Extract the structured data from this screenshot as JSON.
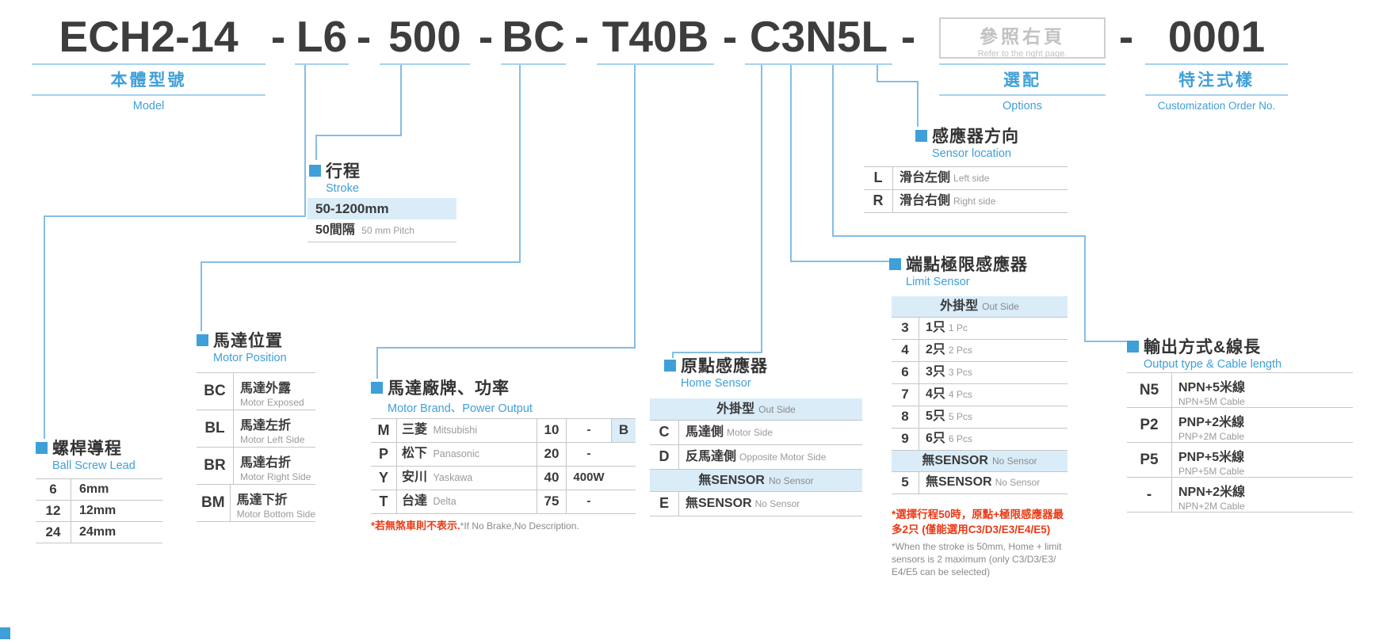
{
  "colors": {
    "accent": "#3f9fd8",
    "light_blue_bg": "#d9ecf8",
    "connector_blue": "#85bde4",
    "underline_blue": "#a5d2ef",
    "text_dark": "#3a3a3a",
    "text_gray": "#9a9a9a",
    "note_red": "#e83a17"
  },
  "code": {
    "model": "ECH2-14",
    "lead": "L6",
    "stroke": "500",
    "position": "BC",
    "brand": "T40B",
    "sensor": "C3N5L",
    "separator": "-",
    "options_box": {
      "zh": "參照右頁",
      "en": "Refer to the right page."
    },
    "order_no": "0001"
  },
  "labels": {
    "model": {
      "zh": "本體型號",
      "en": "Model"
    },
    "options": {
      "zh": "選配",
      "en": "Options"
    },
    "customization": {
      "zh": "特注式樣",
      "en": "Customization Order No."
    }
  },
  "sections": {
    "ball_screw_lead": {
      "title_zh": "螺桿導程",
      "title_en": "Ball Screw Lead",
      "rows": [
        {
          "code": "6",
          "value": "6mm"
        },
        {
          "code": "12",
          "value": "12mm"
        },
        {
          "code": "24",
          "value": "24mm"
        }
      ]
    },
    "motor_position": {
      "title_zh": "馬達位置",
      "title_en": "Motor Position",
      "rows": [
        {
          "code": "BC",
          "zh": "馬達外露",
          "en": "Motor Exposed"
        },
        {
          "code": "BL",
          "zh": "馬達左折",
          "en": "Motor Left Side"
        },
        {
          "code": "BR",
          "zh": "馬達右折",
          "en": "Motor Right Side"
        },
        {
          "code": "BM",
          "zh": "馬達下折",
          "en": "Motor Bottom Side"
        }
      ]
    },
    "stroke": {
      "title_zh": "行程",
      "title_en": "Stroke",
      "range": "50-1200mm",
      "pitch_zh": "50間隔",
      "pitch_en": "50 mm Pitch"
    },
    "motor_brand": {
      "title_zh": "馬達廠牌、功率",
      "title_en": "Motor Brand、Power Output",
      "rows": [
        {
          "code": "M",
          "zh": "三菱",
          "en": "Mitsubishi",
          "power": "10",
          "watt": "-",
          "brake": "B"
        },
        {
          "code": "P",
          "zh": "松下",
          "en": "Panasonic",
          "power": "20",
          "watt": "-"
        },
        {
          "code": "Y",
          "zh": "安川",
          "en": "Yaskawa",
          "power": "40",
          "watt": "400W"
        },
        {
          "code": "T",
          "zh": "台達",
          "en": "Delta",
          "power": "75",
          "watt": "-"
        }
      ],
      "note_zh": "*若無煞車則不表示.",
      "note_en": "*If No Brake,No Description."
    },
    "home_sensor": {
      "title_zh": "原點感應器",
      "title_en": "Home Sensor",
      "group1_zh": "外掛型",
      "group1_en": "Out Side",
      "rows": [
        {
          "code": "C",
          "zh": "馬達側",
          "en": "Motor Side"
        },
        {
          "code": "D",
          "zh": "反馬達側",
          "en": "Opposite Motor Side"
        }
      ],
      "group2_zh": "無SENSOR",
      "group2_en": "No Sensor",
      "no_sensor_row": {
        "code": "E",
        "zh": "無SENSOR",
        "en": "No Sensor"
      }
    },
    "limit_sensor": {
      "title_zh": "端點極限感應器",
      "title_en": "Limit Sensor",
      "group1_zh": "外掛型",
      "group1_en": "Out Side",
      "rows": [
        {
          "code": "3",
          "zh": "1只",
          "en": "1 Pc"
        },
        {
          "code": "4",
          "zh": "2只",
          "en": "2 Pcs"
        },
        {
          "code": "6",
          "zh": "3只",
          "en": "3 Pcs"
        },
        {
          "code": "7",
          "zh": "4只",
          "en": "4 Pcs"
        },
        {
          "code": "8",
          "zh": "5只",
          "en": "5 Pcs"
        },
        {
          "code": "9",
          "zh": "6只",
          "en": "6 Pcs"
        }
      ],
      "group2_zh": "無SENSOR",
      "group2_en": "No Sensor",
      "no_sensor_row": {
        "code": "5",
        "zh": "無SENSOR",
        "en": "No Sensor"
      },
      "note_zh_line1": "*選擇行程50時，原點+極限感應器最",
      "note_zh_line2": "多2只 (僅能選用C3/D3/E3/E4/E5)",
      "note_en_line1": "*When the stroke is 50mm, Home + limit",
      "note_en_line2": "sensors is 2 maximum (only C3/D3/E3/",
      "note_en_line3": "E4/E5 can be selected)"
    },
    "sensor_location": {
      "title_zh": "感應器方向",
      "title_en": "Sensor location",
      "rows": [
        {
          "code": "L",
          "zh": "滑台左側",
          "en": "Left side"
        },
        {
          "code": "R",
          "zh": "滑台右側",
          "en": "Right side"
        }
      ]
    },
    "output_type": {
      "title_zh": "輸出方式&線長",
      "title_en": "Output type & Cable length",
      "rows": [
        {
          "code": "N5",
          "zh": "NPN+5米線",
          "en": "NPN+5M Cable"
        },
        {
          "code": "P2",
          "zh": "PNP+2米線",
          "en": "PNP+2M Cable"
        },
        {
          "code": "P5",
          "zh": "PNP+5米線",
          "en": "PNP+5M Cable"
        },
        {
          "code": "-",
          "zh": "NPN+2米線",
          "en": "NPN+2M Cable"
        }
      ]
    }
  }
}
